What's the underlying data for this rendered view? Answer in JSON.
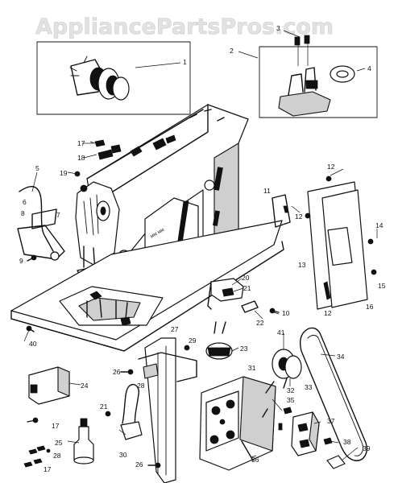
{
  "watermark": "AppliancePartsPros.com",
  "callouts": [
    "1",
    "2",
    "3",
    "4",
    "5",
    "6",
    "7",
    "8",
    "9",
    "10",
    "11",
    "12",
    "12",
    "12",
    "13",
    "14",
    "15",
    "16",
    "17",
    "17",
    "17",
    "18",
    "19",
    "20",
    "21",
    "21",
    "22",
    "23",
    "24",
    "25",
    "26",
    "26",
    "27",
    "28",
    "28",
    "29",
    "30",
    "31",
    "32",
    "33",
    "34",
    "35",
    "36",
    "37",
    "38",
    "39",
    "40",
    "41"
  ],
  "colors": {
    "ink": "#111111",
    "watermark": "#e2e2e2",
    "background": "#ffffff"
  }
}
